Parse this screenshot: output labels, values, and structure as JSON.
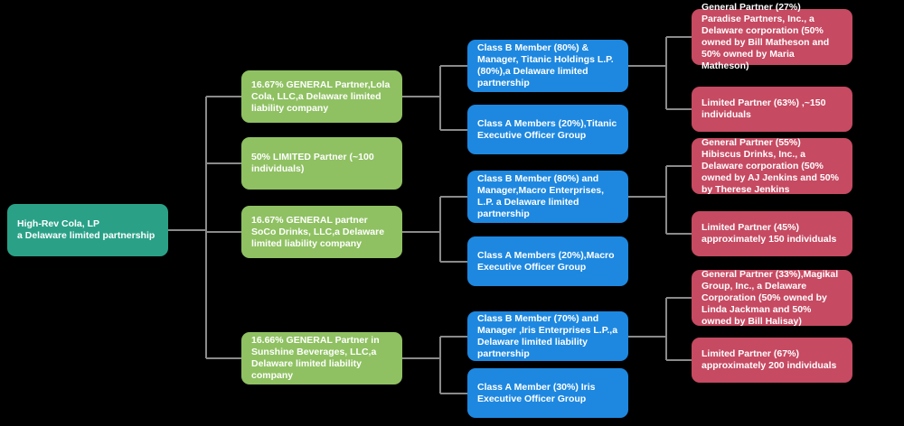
{
  "colors": {
    "background": "#000000",
    "root_node": "#2aa187",
    "partner_nodes": "#8fc162",
    "member_nodes": "#1e88e0",
    "owner_nodes": "#c64a62",
    "connector": "#8a8a8a",
    "text": "#ffffff"
  },
  "nodes": {
    "root": {
      "line1": "High-Rev Cola, LP",
      "line2": "a Delaware limited partnership"
    },
    "lola": {
      "text": "16.67% GENERAL Partner,Lola Cola, LLC,a Delaware limited liability company"
    },
    "limited50": {
      "text": "50% LIMITED Partner (~100 individuals)"
    },
    "soco": {
      "text": "16.67% GENERAL partner SoCo Drinks, LLC,a Delaware limited liability company"
    },
    "sunshine": {
      "text": "16.66% GENERAL Partner in Sunshine Beverages, LLC,a Delaware limited liability company"
    },
    "titanic_b": {
      "text": "Class B Member (80%) & Manager, Titanic Holdings L.P. (80%),a Delaware limited partnership"
    },
    "titanic_a": {
      "text": "Class A Members (20%),Titanic Executive Officer Group"
    },
    "macro_b": {
      "text": "Class B Member (80%) and Manager,Macro Enterprises, L.P. a Delaware limited partnership"
    },
    "macro_a": {
      "text": "Class A Members (20%),Macro Executive Officer Group"
    },
    "iris_b": {
      "text": "Class B Member (70%) and Manager ,Iris Enterprises L.P.,a Delaware limited liability partnership"
    },
    "iris_a": {
      "text": "Class A Member (30%) Iris Executive Officer Group"
    },
    "paradise": {
      "text": "General Partner (27%) Paradise Partners, Inc., a Delaware corporation (50% owned by Bill Matheson and 50% owned by Maria Matheson)"
    },
    "titanic_lp": {
      "text": "Limited Partner (63%) ,~150 individuals"
    },
    "hibiscus": {
      "text": "General Partner (55%) Hibiscus Drinks, Inc., a Delaware corporation (50% owned by AJ Jenkins and 50% by Therese Jenkins"
    },
    "macro_lp": {
      "text": "Limited Partner (45%) approximately 150 individuals"
    },
    "magikal": {
      "text": "General Partner (33%),Magikal Group, Inc., a Delaware Corporation (50% owned by Linda Jackman and 50% owned by Bill Halisay)"
    },
    "iris_lp": {
      "text": "Limited Partner (67%) approximately 200 individuals"
    }
  },
  "edges": [
    {
      "from": "root",
      "to": "lola"
    },
    {
      "from": "root",
      "to": "limited50"
    },
    {
      "from": "root",
      "to": "soco"
    },
    {
      "from": "root",
      "to": "sunshine"
    },
    {
      "from": "lola",
      "to": "titanic_b"
    },
    {
      "from": "lola",
      "to": "titanic_a"
    },
    {
      "from": "soco",
      "to": "macro_b"
    },
    {
      "from": "soco",
      "to": "macro_a"
    },
    {
      "from": "sunshine",
      "to": "iris_b"
    },
    {
      "from": "sunshine",
      "to": "iris_a"
    },
    {
      "from": "titanic_b",
      "to": "paradise"
    },
    {
      "from": "titanic_b",
      "to": "titanic_lp"
    },
    {
      "from": "macro_b",
      "to": "hibiscus"
    },
    {
      "from": "macro_b",
      "to": "macro_lp"
    },
    {
      "from": "iris_b",
      "to": "magikal"
    },
    {
      "from": "iris_b",
      "to": "iris_lp"
    }
  ]
}
